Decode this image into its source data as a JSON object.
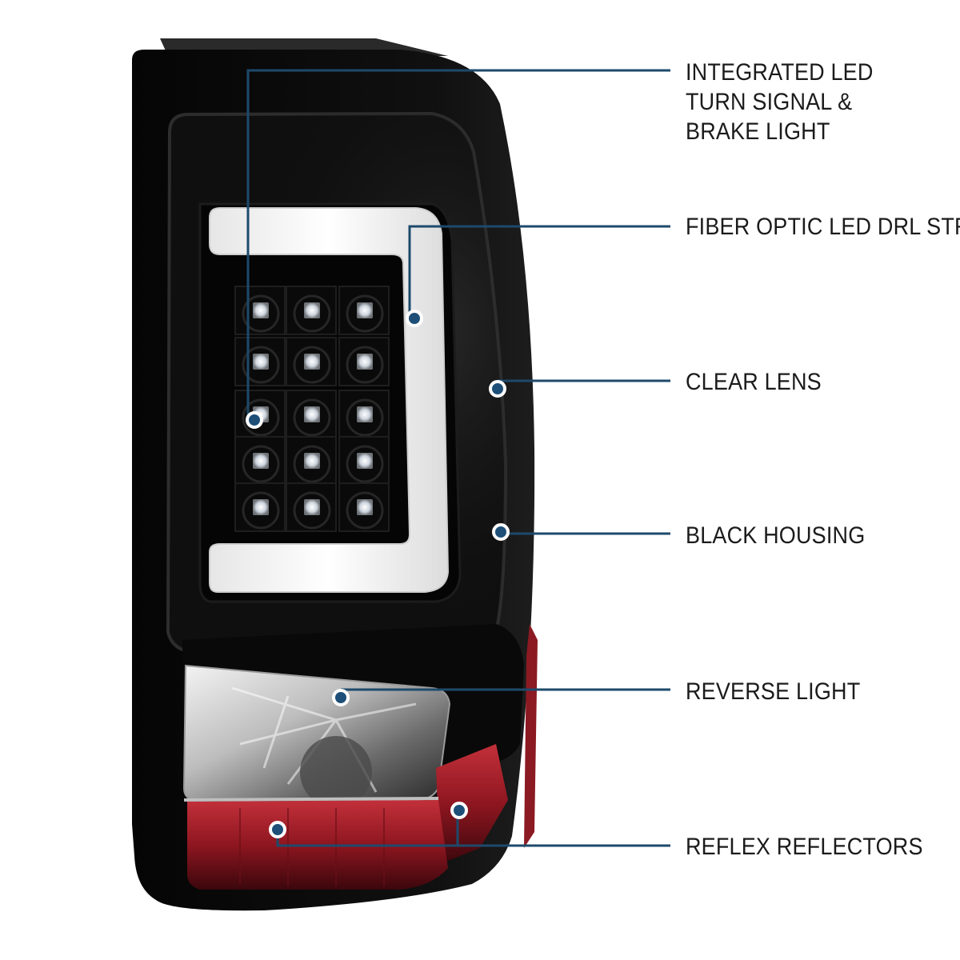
{
  "callouts": {
    "integrated_led": {
      "lines": [
        "INTEGRATED LED",
        "TURN SIGNAL &",
        "BRAKE LIGHT"
      ]
    },
    "fiber_optic": {
      "label": "FIBER OPTIC LED DRL STRIP"
    },
    "clear_lens": {
      "label": "CLEAR LENS"
    },
    "black_housing": {
      "label": "BLACK HOUSING"
    },
    "reverse_light": {
      "label": "REVERSE LIGHT"
    },
    "reflex_reflectors": {
      "label": "REFLEX REFLECTORS"
    }
  },
  "colors": {
    "callout_line": "#1e4a6b",
    "callout_dot": "#1d4f78",
    "housing": "#0b0b0b",
    "drl_strip": "#f4f4f4",
    "reflector_red": "#9e1c26",
    "label_text": "#1b1b1b"
  }
}
